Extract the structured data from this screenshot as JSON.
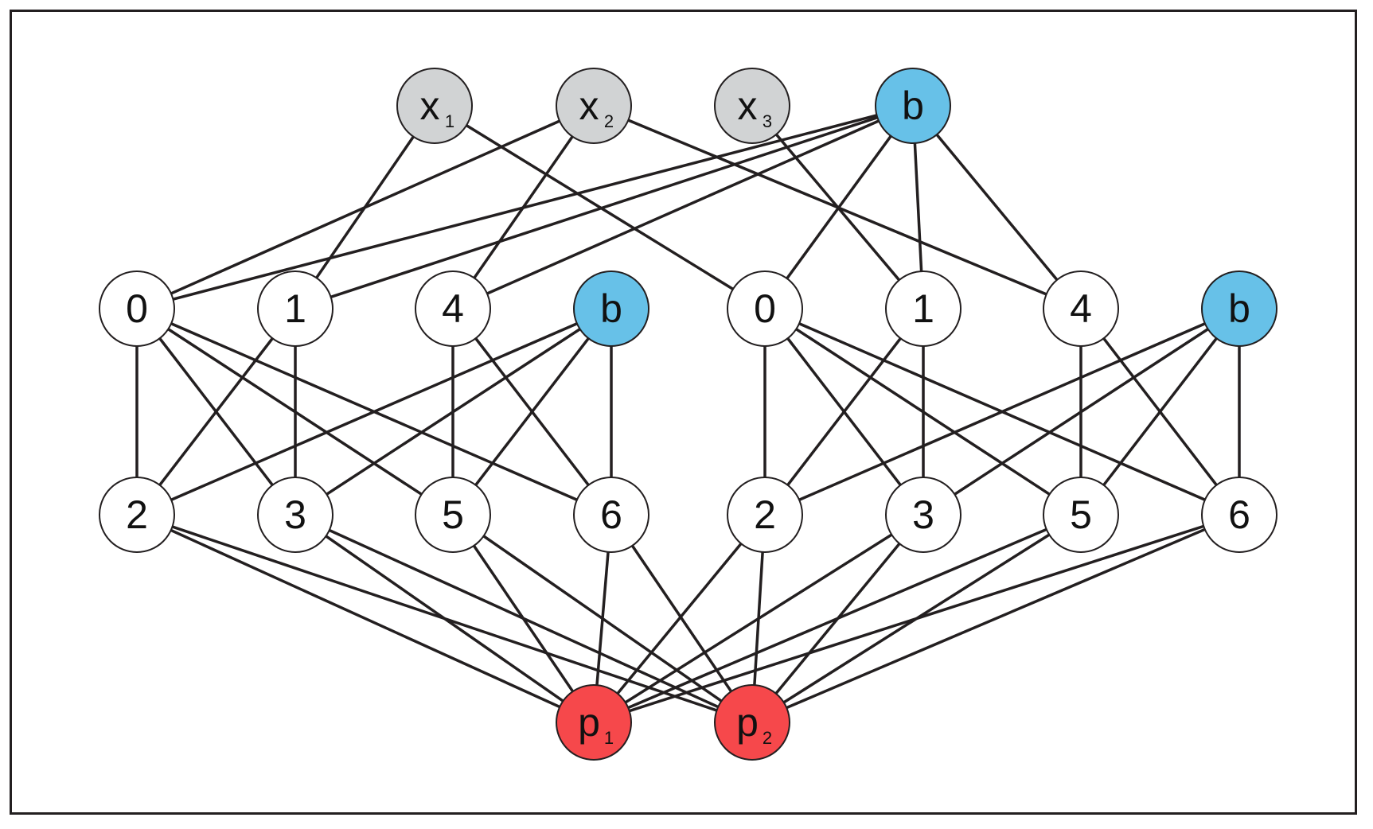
{
  "colors": {
    "input": "#d1d3d4",
    "bias": "#67c1e8",
    "hidden": "#ffffff",
    "output": "#f6484b",
    "edge": "#231f20"
  },
  "nodes": [
    {
      "id": "x1",
      "label": "x",
      "sub": "1",
      "kind": "input"
    },
    {
      "id": "x2",
      "label": "x",
      "sub": "2",
      "kind": "input"
    },
    {
      "id": "x3",
      "label": "x",
      "sub": "3",
      "kind": "input"
    },
    {
      "id": "b0",
      "label": "b",
      "sub": "",
      "kind": "bias"
    },
    {
      "id": "A0",
      "label": "0",
      "sub": "",
      "kind": "hidden"
    },
    {
      "id": "A1",
      "label": "1",
      "sub": "",
      "kind": "hidden"
    },
    {
      "id": "A4",
      "label": "4",
      "sub": "",
      "kind": "hidden"
    },
    {
      "id": "Ab",
      "label": "b",
      "sub": "",
      "kind": "bias"
    },
    {
      "id": "B0",
      "label": "0",
      "sub": "",
      "kind": "hidden"
    },
    {
      "id": "B1",
      "label": "1",
      "sub": "",
      "kind": "hidden"
    },
    {
      "id": "B4",
      "label": "4",
      "sub": "",
      "kind": "hidden"
    },
    {
      "id": "Bb",
      "label": "b",
      "sub": "",
      "kind": "bias"
    },
    {
      "id": "A2",
      "label": "2",
      "sub": "",
      "kind": "hidden"
    },
    {
      "id": "A3",
      "label": "3",
      "sub": "",
      "kind": "hidden"
    },
    {
      "id": "A5",
      "label": "5",
      "sub": "",
      "kind": "hidden"
    },
    {
      "id": "A6",
      "label": "6",
      "sub": "",
      "kind": "hidden"
    },
    {
      "id": "B2",
      "label": "2",
      "sub": "",
      "kind": "hidden"
    },
    {
      "id": "B3",
      "label": "3",
      "sub": "",
      "kind": "hidden"
    },
    {
      "id": "B5",
      "label": "5",
      "sub": "",
      "kind": "hidden"
    },
    {
      "id": "B6",
      "label": "6",
      "sub": "",
      "kind": "hidden"
    },
    {
      "id": "p1",
      "label": "p",
      "sub": "1",
      "kind": "output"
    },
    {
      "id": "p2",
      "label": "p",
      "sub": "2",
      "kind": "output"
    }
  ],
  "edges": [
    [
      "x1",
      "A1"
    ],
    [
      "x1",
      "B0"
    ],
    [
      "x2",
      "A0"
    ],
    [
      "x2",
      "A4"
    ],
    [
      "x2",
      "B4"
    ],
    [
      "x3",
      "B1"
    ],
    [
      "b0",
      "A0"
    ],
    [
      "b0",
      "A1"
    ],
    [
      "b0",
      "A4"
    ],
    [
      "b0",
      "B0"
    ],
    [
      "b0",
      "B1"
    ],
    [
      "b0",
      "B4"
    ],
    [
      "A0",
      "A2"
    ],
    [
      "A0",
      "A3"
    ],
    [
      "A0",
      "A5"
    ],
    [
      "A0",
      "A6"
    ],
    [
      "A1",
      "A2"
    ],
    [
      "A1",
      "A3"
    ],
    [
      "A4",
      "A5"
    ],
    [
      "A4",
      "A6"
    ],
    [
      "Ab",
      "A2"
    ],
    [
      "Ab",
      "A3"
    ],
    [
      "Ab",
      "A5"
    ],
    [
      "Ab",
      "A6"
    ],
    [
      "B0",
      "B2"
    ],
    [
      "B0",
      "B3"
    ],
    [
      "B0",
      "B5"
    ],
    [
      "B0",
      "B6"
    ],
    [
      "B1",
      "B2"
    ],
    [
      "B1",
      "B3"
    ],
    [
      "B4",
      "B5"
    ],
    [
      "B4",
      "B6"
    ],
    [
      "Bb",
      "B2"
    ],
    [
      "Bb",
      "B3"
    ],
    [
      "Bb",
      "B5"
    ],
    [
      "Bb",
      "B6"
    ],
    [
      "A2",
      "p1"
    ],
    [
      "A2",
      "p2"
    ],
    [
      "A3",
      "p1"
    ],
    [
      "A3",
      "p2"
    ],
    [
      "A5",
      "p1"
    ],
    [
      "A5",
      "p2"
    ],
    [
      "A6",
      "p1"
    ],
    [
      "A6",
      "p2"
    ],
    [
      "B2",
      "p1"
    ],
    [
      "B2",
      "p2"
    ],
    [
      "B3",
      "p1"
    ],
    [
      "B3",
      "p2"
    ],
    [
      "B5",
      "p1"
    ],
    [
      "B5",
      "p2"
    ],
    [
      "B6",
      "p1"
    ],
    [
      "B6",
      "p2"
    ]
  ]
}
